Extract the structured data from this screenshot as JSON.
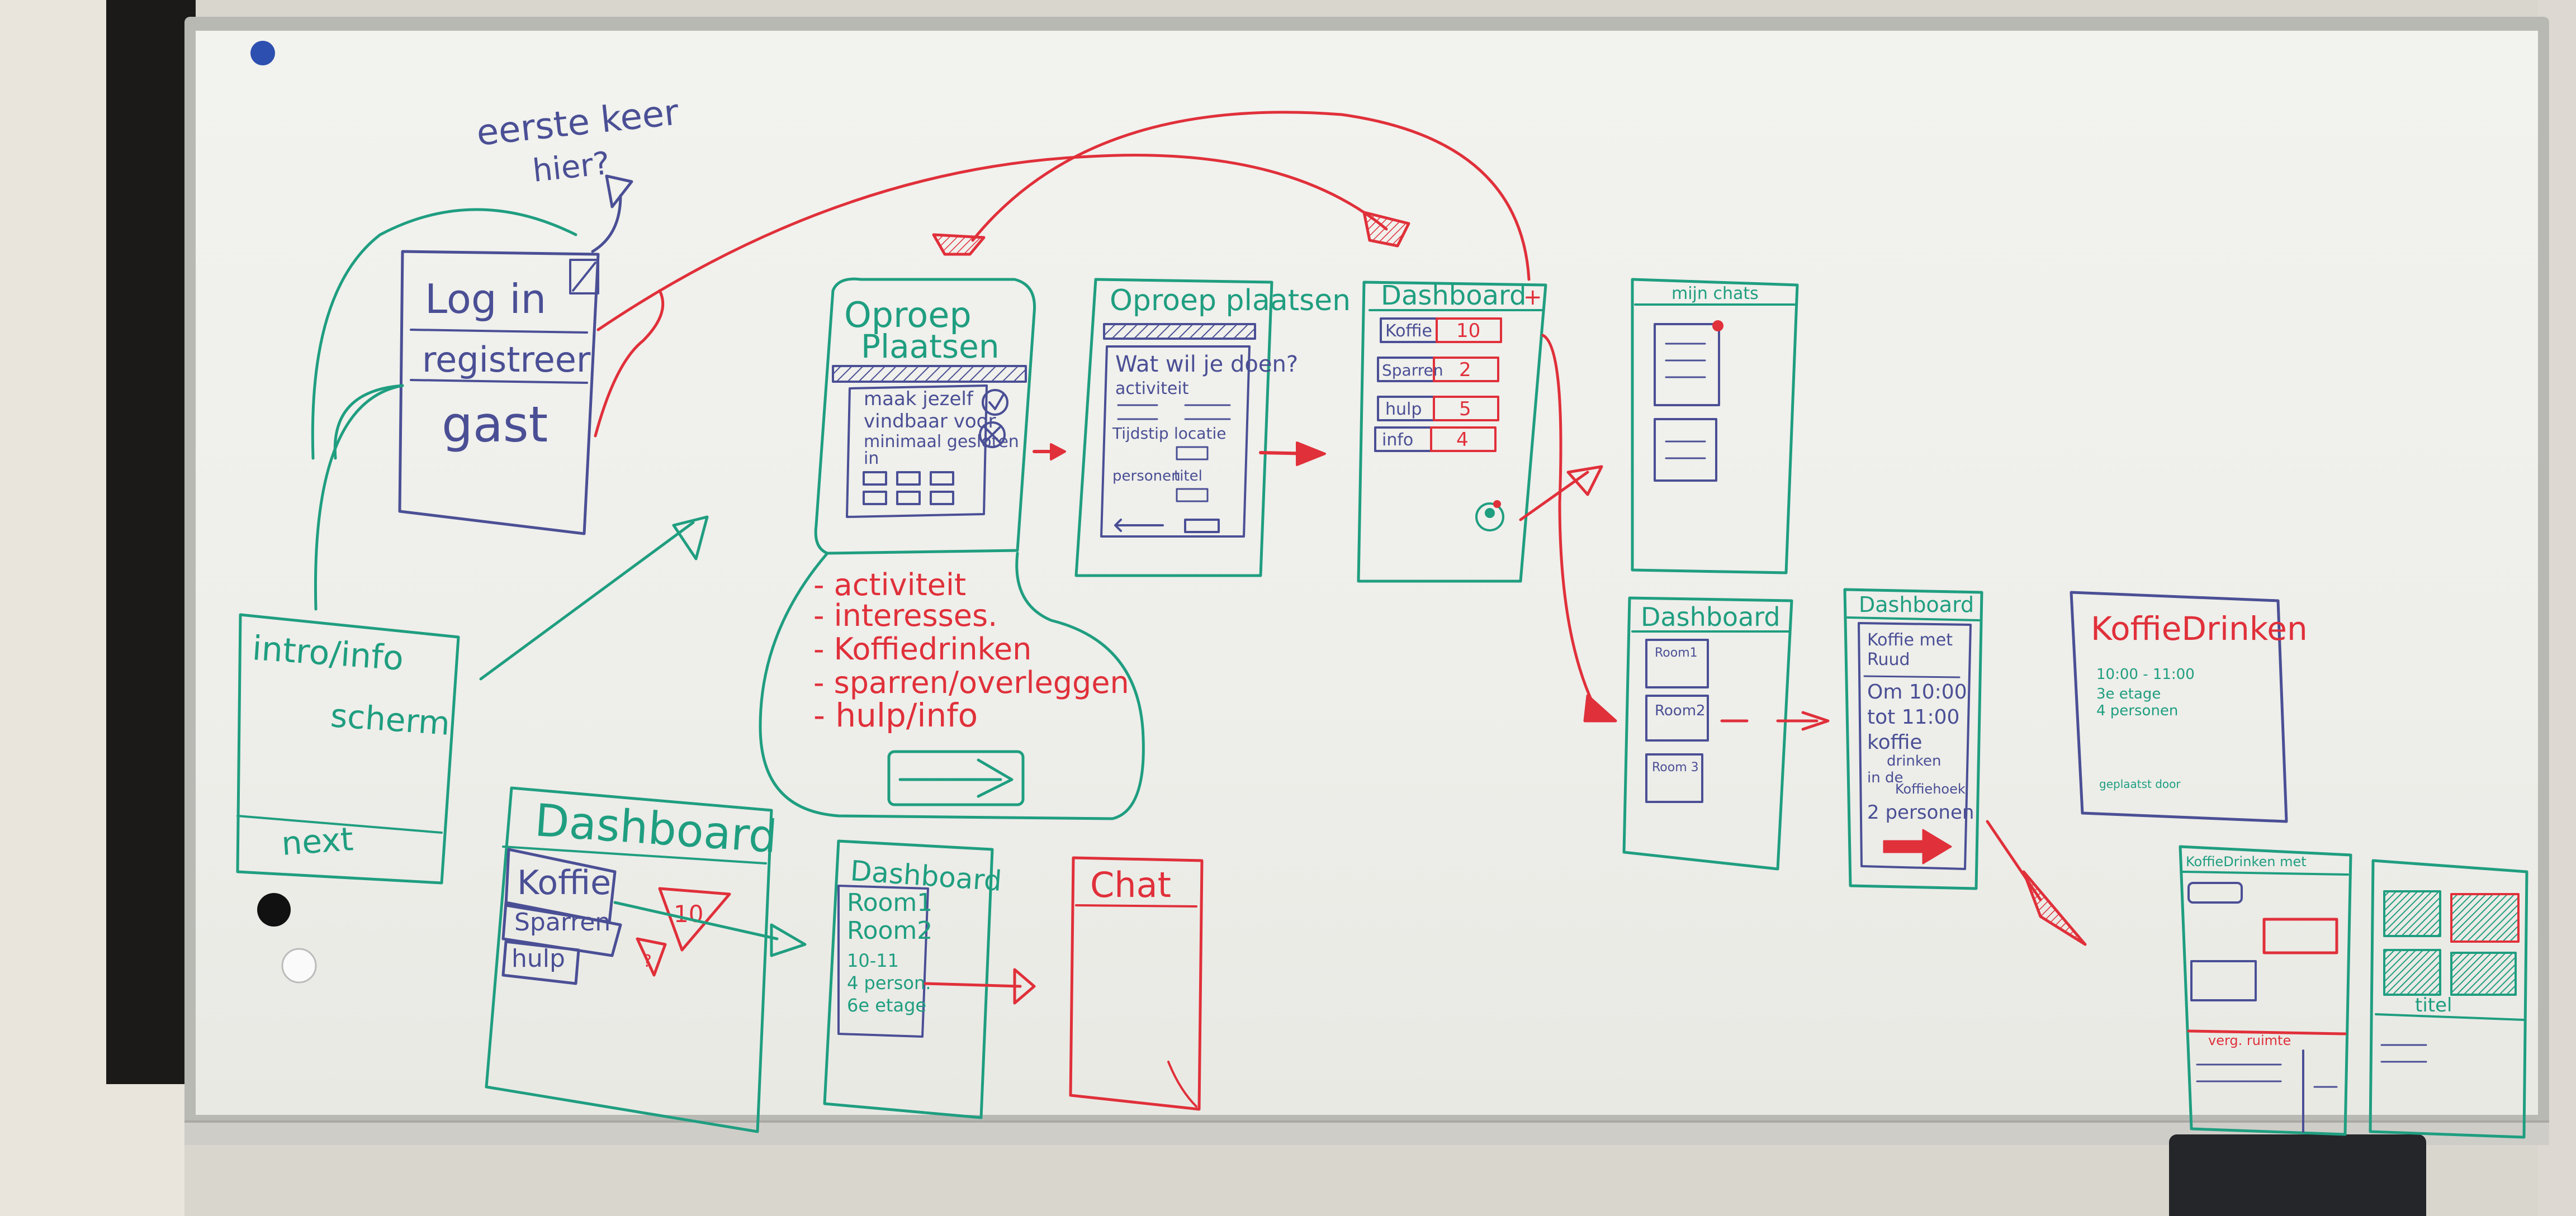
{
  "colors": {
    "green": "#1f9e80",
    "blue": "#4a4f95",
    "red": "#e0303a",
    "board": "#f0f0ec"
  },
  "sketch": {
    "question": [
      "eerste keer",
      "hier?"
    ],
    "login": {
      "line1": "Log in",
      "line2": "registreer",
      "line3": "gast"
    },
    "intro": {
      "line1": "intro/info",
      "line2": "scherm",
      "next": "next"
    },
    "oproep1": {
      "title1": "Oproep",
      "title2": "Plaatsen",
      "lines": [
        "maak jezelf",
        "vindbaar voor",
        "minimaal gesloten",
        "in"
      ]
    },
    "options": [
      "- activiteit",
      "- interesses.",
      "- Koffiedrinken",
      "- sparren/overleggen",
      "- hulp/info"
    ],
    "oproep2": {
      "title": "Oproep plaatsen",
      "question": "Wat wil je doen?",
      "activity": "activiteit",
      "tijdstip": "Tijdstip",
      "locatie": "locatie",
      "personen": "personen",
      "titel": "titel"
    },
    "dash_top": {
      "title": "Dashboard",
      "rows": [
        {
          "label": "Koffie",
          "value": "10"
        },
        {
          "label": "Sparren",
          "value": "2"
        },
        {
          "label": "hulp",
          "value": "5"
        },
        {
          "label": "info",
          "value": "4"
        }
      ]
    },
    "mijn_chats": "mijn chats",
    "dash_rooms": {
      "title": "Dashboard",
      "rooms": [
        "Room1",
        "Room2",
        "Room 3"
      ]
    },
    "dash_detail": {
      "title": "Dashboard",
      "lines": [
        "Koffie met",
        "Ruud",
        "Om 10:00",
        "tot 11:00",
        "koffie",
        "drinken",
        "in de",
        "Koffiehoek",
        "2 personen"
      ]
    },
    "koffie_card": {
      "title": "KoffieDrinken",
      "lines": [
        "10:00 - 11:00",
        "3e etage",
        "4 personen"
      ],
      "by": "geplaatst door"
    },
    "koffie_header": "KoffieDrinken met",
    "verg_ruimte": "verg. ruimte",
    "titel_label": "titel",
    "dash_bottom": {
      "title": "Dashboard",
      "items": [
        "Koffie",
        "Sparren",
        "hulp"
      ],
      "count": "10"
    },
    "dash_small": {
      "title": "Dashboard",
      "lines": [
        "Room1",
        "Room2",
        "10-11",
        "4 person.",
        "6e etage"
      ]
    },
    "chat": "Chat"
  }
}
